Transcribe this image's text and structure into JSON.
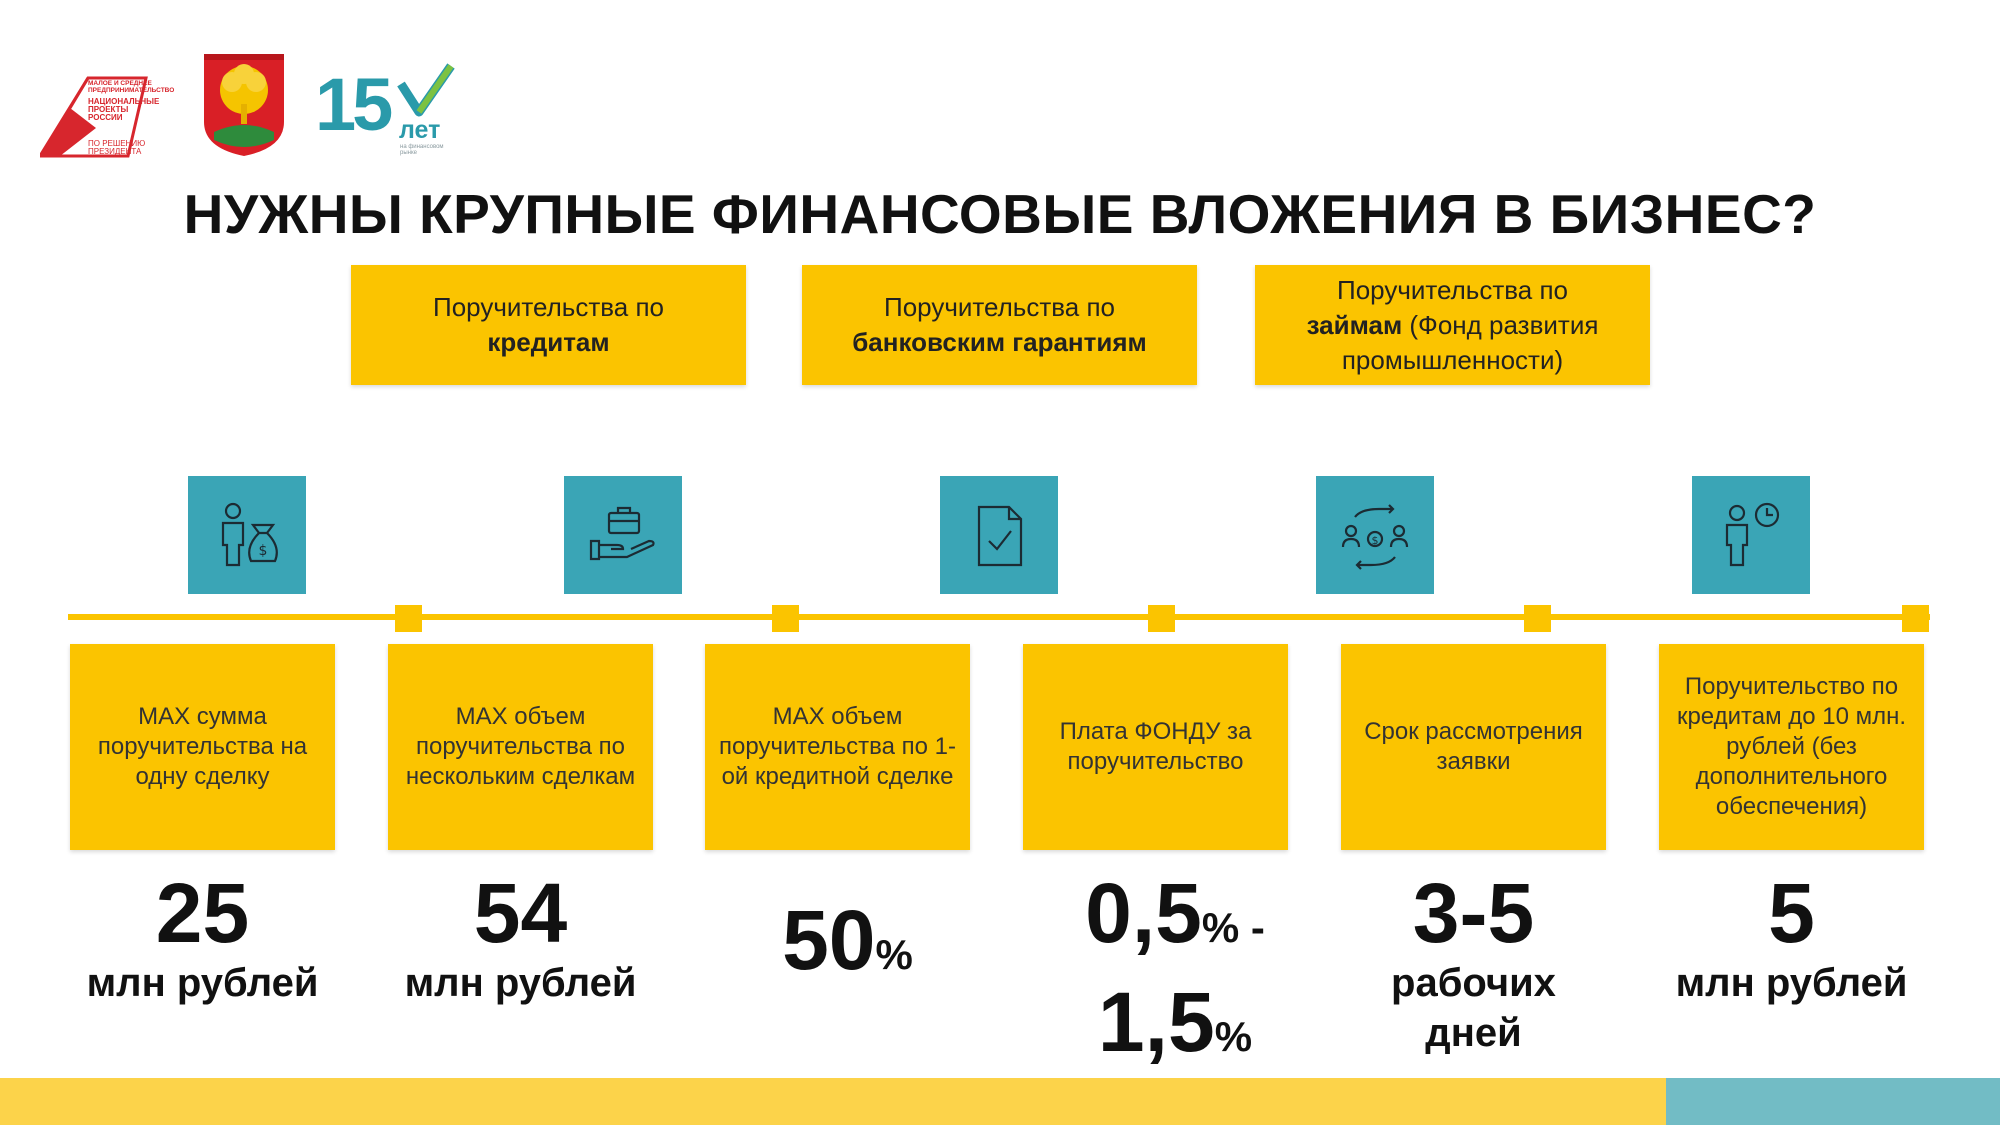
{
  "logos": {
    "national_projects": {
      "caption": "МАЛОЕ И СРЕДНЕЕ ПРЕДПРИНИМАТЕЛЬСТВО",
      "name": "НАЦИОНАЛЬНЫЕ ПРОЕКТЫ РОССИИ",
      "tagline": "ПО РЕШЕНИЮ ПРЕЗИДЕНТА"
    },
    "anniversary": {
      "number": "15",
      "word": "лет",
      "caption": "на финансовом рынке"
    }
  },
  "title": "НУЖНЫ КРУПНЫЕ ФИНАНСОВЫЕ ВЛОЖЕНИЯ В БИЗНЕС?",
  "categories": [
    {
      "text": "Поручительства по",
      "bold": "кредитам",
      "after": ""
    },
    {
      "text": "Поручительства по",
      "bold": "банковским гарантиям",
      "after": ""
    },
    {
      "text": "Поручительства по",
      "bold": "займам",
      "after": " (Фонд развития промышленности)"
    }
  ],
  "icons": [
    "person-money-bag-icon",
    "hand-briefcase-icon",
    "document-check-icon",
    "people-exchange-icon",
    "person-clock-icon"
  ],
  "cards": [
    {
      "label": "MAX сумма поручительства на одну сделку",
      "value": "25",
      "unit": "млн рублей"
    },
    {
      "label": "MAX объем поручительства по нескольким сделкам",
      "value": "54",
      "unit": "млн рублей"
    },
    {
      "label": "MAX объем поручительства по 1-ой кредитной сделке",
      "value": "50",
      "pct": "%"
    },
    {
      "label": "Плата ФОНДУ за поручительство",
      "value1": "0,5",
      "pct1": "% -",
      "value2": "1,5",
      "pct2": "%"
    },
    {
      "label": "Срок рассмотрения заявки",
      "value": "3-5",
      "unit": "рабочих дней"
    },
    {
      "label": "Поручительство по кредитам до 10 млн. рублей (без дополнительного обеспечения)",
      "value": "5",
      "unit": "млн рублей"
    }
  ],
  "colors": {
    "accent": "#fbc400",
    "teal": "#3aa5b6",
    "text": "#111111"
  }
}
